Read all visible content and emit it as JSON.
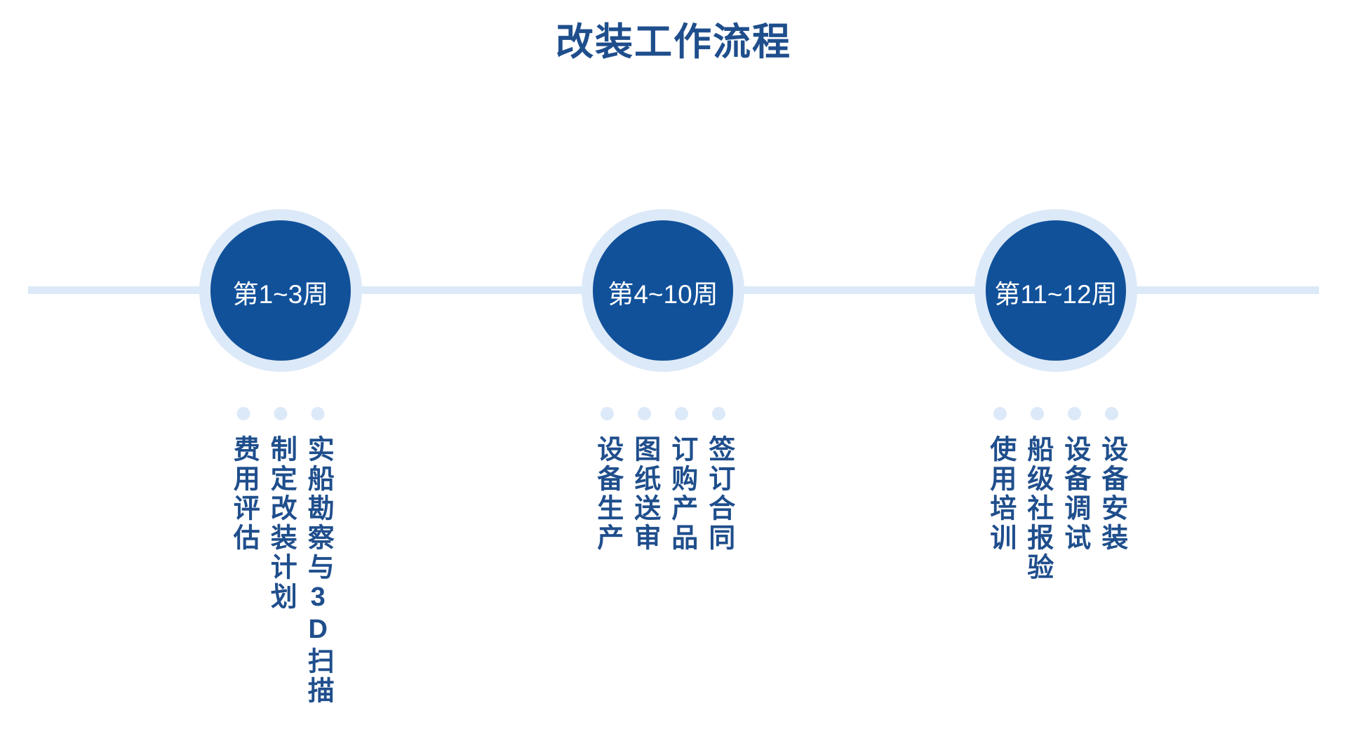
{
  "title": "改装工作流程",
  "theme": {
    "background": "#ffffff",
    "title_color": "#1F4E8C",
    "node_fill": "#11519A",
    "node_ring": "#DCE9F8",
    "axis_color": "#DCE9F8",
    "dot_color": "#DCE9F8",
    "task_text_color": "#1F4E8C",
    "node_label_color": "#ffffff"
  },
  "stages": [
    {
      "period": "第1~3周",
      "tasks": [
        "实船勘察与3D扫描",
        "制定改装计划",
        "费用评估"
      ]
    },
    {
      "period": "第4~10周",
      "tasks": [
        "签订合同",
        "订购产品",
        "图纸送审",
        "设备生产"
      ]
    },
    {
      "period": "第11~12周",
      "tasks": [
        "设备安装",
        "设备调试",
        "船级社报验",
        "使用培训"
      ]
    }
  ]
}
